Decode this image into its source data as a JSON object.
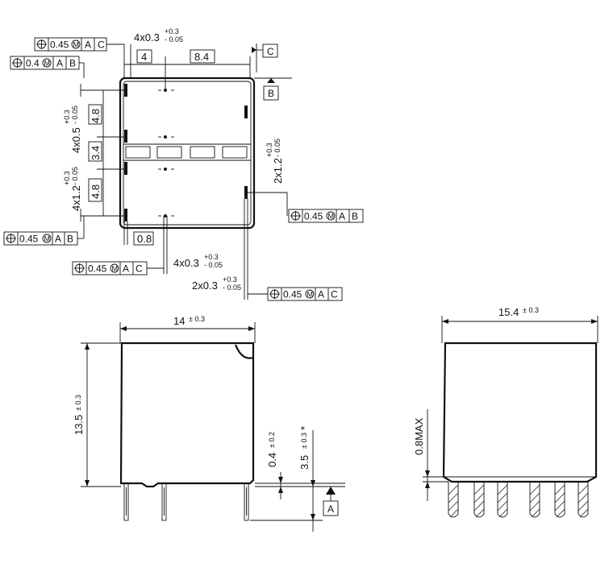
{
  "top_view": {
    "fcf_top1": {
      "tol": "0.45",
      "m": "M",
      "d1": "A",
      "d2": "C"
    },
    "fcf_top2": {
      "tol": "0.4",
      "m": "M",
      "d1": "A",
      "d2": "B"
    },
    "fcf_left_bottom": {
      "tol": "0.45",
      "m": "M",
      "d1": "A",
      "d2": "B"
    },
    "fcf_right_mid": {
      "tol": "0.45",
      "m": "M",
      "d1": "A",
      "d2": "B"
    },
    "fcf_bottom1": {
      "tol": "0.45",
      "m": "M",
      "d1": "A",
      "d2": "C"
    },
    "fcf_bottom2": {
      "tol": "0.45",
      "m": "M",
      "d1": "A",
      "d2": "C"
    },
    "datum_c": "C",
    "datum_b": "B",
    "dim_4x03_top": "4x0.3",
    "tol_plus": "+0.3",
    "tol_minus": "- 0.05",
    "dim_4": "4",
    "dim_8_4": "8.4",
    "dim_4_8_a": "4.8",
    "dim_3_4": "3.4",
    "dim_4_8_b": "4.8",
    "dim_4x05": "4x0.5",
    "dim_4x12": "4x1.2",
    "dim_2x12": "2x1.2",
    "dim_0_8": "0.8",
    "dim_4x03_bottom": "4x0.3",
    "dim_2x03": "2x0.3"
  },
  "front_view": {
    "width": "14",
    "width_tol": "± 0.3",
    "height": "13.5",
    "height_tol": "± 0.3",
    "standoff": "0.4",
    "standoff_tol": "± 0.2",
    "pin_len": "3.5",
    "pin_len_tol": "± 0.3",
    "pin_len_note": "*",
    "datum_a": "A"
  },
  "side_view": {
    "width": "15.4",
    "width_tol": "± 0.3",
    "standoff": "0.8MAX"
  }
}
